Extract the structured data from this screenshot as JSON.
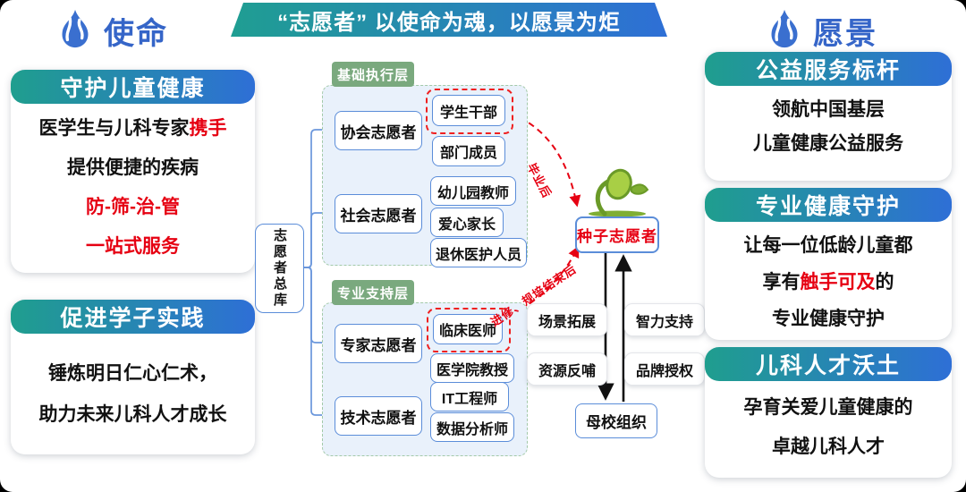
{
  "banner": {
    "text": "“志愿者” 以使命为魂，以愿景为炬"
  },
  "mission": {
    "label": "使命",
    "cards": [
      {
        "title": "守护儿童健康",
        "lines": [
          {
            "segments": [
              {
                "text": "医学生与儿科专家",
                "color": "black"
              },
              {
                "text": "携手",
                "color": "red"
              }
            ]
          },
          {
            "segments": [
              {
                "text": "提供便捷的疾病",
                "color": "black"
              }
            ]
          },
          {
            "segments": [
              {
                "text": "防-筛-治-管",
                "color": "red"
              }
            ]
          },
          {
            "segments": [
              {
                "text": "一站式服务",
                "color": "red"
              }
            ]
          }
        ]
      },
      {
        "title": "促进学子实践",
        "lines": [
          {
            "segments": [
              {
                "text": "锤炼明日仁心仁术，",
                "color": "black"
              }
            ]
          },
          {
            "segments": [
              {
                "text": "助力未来儿科人才成长",
                "color": "black"
              }
            ]
          }
        ]
      }
    ]
  },
  "vision": {
    "label": "愿景",
    "cards": [
      {
        "title": "公益服务标杆",
        "lines": [
          {
            "segments": [
              {
                "text": "领航中国基层",
                "color": "black"
              }
            ]
          },
          {
            "segments": [
              {
                "text": "儿童健康公益服务",
                "color": "black"
              }
            ]
          }
        ]
      },
      {
        "title": "专业健康守护",
        "lines": [
          {
            "segments": [
              {
                "text": "让每一位低龄儿童都",
                "color": "black"
              }
            ]
          },
          {
            "segments": [
              {
                "text": "享有",
                "color": "black"
              },
              {
                "text": "触手可及",
                "color": "red"
              },
              {
                "text": "的",
                "color": "black"
              }
            ]
          },
          {
            "segments": [
              {
                "text": "专业健康守护",
                "color": "black"
              }
            ]
          }
        ]
      },
      {
        "title": "儿科人才沃土",
        "lines": [
          {
            "segments": [
              {
                "text": "孕育关爱儿童健康的",
                "color": "black"
              }
            ]
          },
          {
            "segments": [
              {
                "text": "卓越儿科人才",
                "color": "black"
              }
            ]
          }
        ]
      }
    ]
  },
  "tree": {
    "root": "志愿者总库",
    "layers": [
      {
        "label": "基础执行层",
        "branches": [
          {
            "name": "协会志愿者",
            "children": [
              {
                "name": "学生干部",
                "highlight": true
              },
              {
                "name": "部门成员",
                "highlight": false
              }
            ]
          },
          {
            "name": "社会志愿者",
            "children": [
              {
                "name": "幼儿园教师",
                "highlight": false
              },
              {
                "name": "爱心家长",
                "highlight": false
              },
              {
                "name": "退休医护人员",
                "highlight": false
              }
            ]
          }
        ]
      },
      {
        "label": "专业支持层",
        "branches": [
          {
            "name": "专家志愿者",
            "children": [
              {
                "name": "临床医师",
                "highlight": true
              },
              {
                "name": "医学院教授",
                "highlight": false
              }
            ]
          },
          {
            "name": "技术志愿者",
            "children": [
              {
                "name": "IT工程师",
                "highlight": false
              },
              {
                "name": "数据分析师",
                "highlight": false
              }
            ]
          }
        ]
      }
    ]
  },
  "seed": {
    "node": "种子志愿者",
    "alma": "母校组织",
    "benefits": [
      "场景拓展",
      "智力支持",
      "资源反哺",
      "品牌授权"
    ],
    "transitions": {
      "graduation": "毕业后",
      "training": "进修、规培结束后"
    }
  },
  "icons": {
    "flame": "flame-icon",
    "sprout": "sprout-icon"
  },
  "colors": {
    "teal": "#1f9e8e",
    "blue": "#2e6fd6",
    "accent_red": "#e60012",
    "layer_green": "#7aa97e",
    "line_blue": "#6b97dc"
  }
}
